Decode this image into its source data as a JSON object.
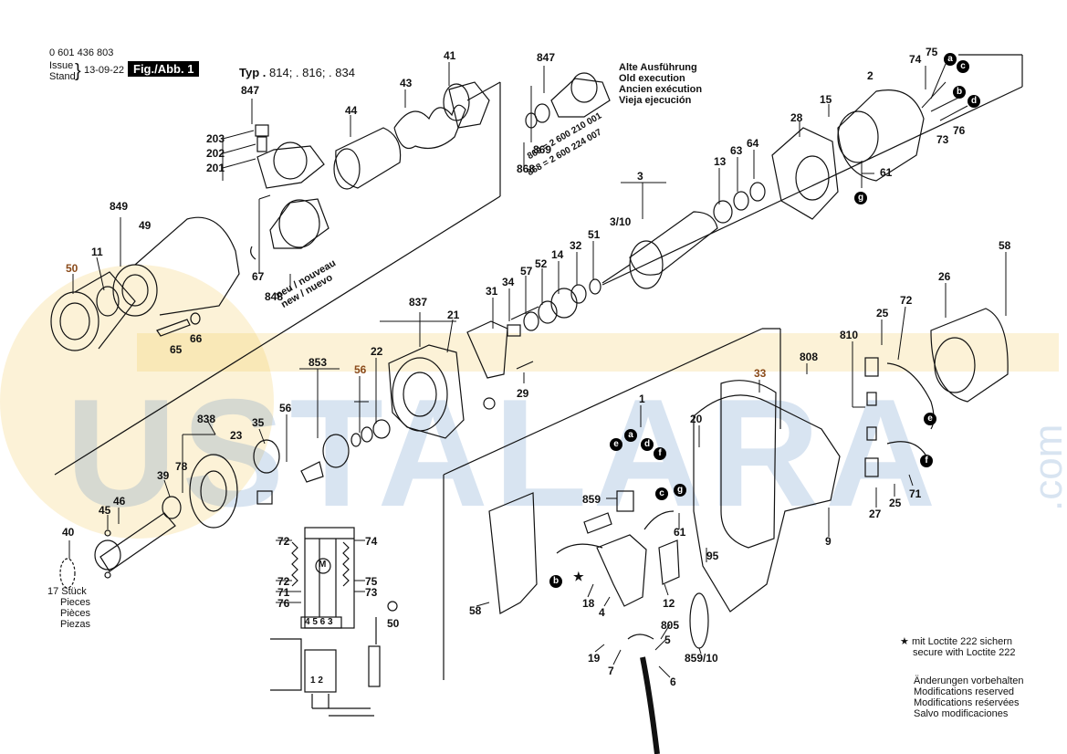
{
  "header": {
    "part_number": "0 601 436 803",
    "issue_label": "Issue",
    "stand_label": "Stand",
    "issue_date": "13-09-22",
    "figure_label": "Fig./Abb. 1",
    "typ_label": "Typ .",
    "typ_values": "814; . 816; . 834"
  },
  "old_execution": {
    "lines": [
      "Alte Ausführung",
      "Old execution",
      "Ancien exécution",
      "Vieja ejecución"
    ],
    "ref_869": "869 = 2 600 210 001",
    "ref_868": "868 = 2 600 224 007"
  },
  "new_label": [
    "neu / nouveau",
    "new / nuevo"
  ],
  "pieces_note": [
    "17 Stück",
    "Pieces",
    "Pièces",
    "Piezas"
  ],
  "loctite_note": [
    "mit Loctite 222 sichern",
    "secure with Loctite 222"
  ],
  "modifications_note": [
    "Änderungen vorbehalten",
    "Modifications reserved",
    "Modifications reśervées",
    "Salvo modificaciones"
  ],
  "watermark": {
    "text": "USTALARA",
    "suffix": ".com"
  },
  "wiring": {
    "terminals": "4 5 6 3",
    "terminals_bottom": "1  2",
    "motor_symbol": "M"
  },
  "part_labels": [
    {
      "t": "847"
    },
    {
      "t": "203"
    },
    {
      "t": "202"
    },
    {
      "t": "201"
    },
    {
      "t": "44"
    },
    {
      "t": "43"
    },
    {
      "t": "41"
    },
    {
      "t": "849"
    },
    {
      "t": "49"
    },
    {
      "t": "11"
    },
    {
      "t": "50"
    },
    {
      "t": "67"
    },
    {
      "t": "848"
    },
    {
      "t": "65"
    },
    {
      "t": "66"
    },
    {
      "t": "847"
    },
    {
      "t": "869"
    },
    {
      "t": "868"
    },
    {
      "t": "75"
    },
    {
      "t": "74"
    },
    {
      "t": "2"
    },
    {
      "t": "15"
    },
    {
      "t": "28"
    },
    {
      "t": "73"
    },
    {
      "t": "76"
    },
    {
      "t": "61"
    },
    {
      "t": "64"
    },
    {
      "t": "63"
    },
    {
      "t": "13"
    },
    {
      "t": "3"
    },
    {
      "t": "3/10"
    },
    {
      "t": "51"
    },
    {
      "t": "32"
    },
    {
      "t": "14"
    },
    {
      "t": "52"
    },
    {
      "t": "57"
    },
    {
      "t": "34"
    },
    {
      "t": "31"
    },
    {
      "t": "837"
    },
    {
      "t": "21"
    },
    {
      "t": "22"
    },
    {
      "t": "853"
    },
    {
      "t": "56"
    },
    {
      "t": "29"
    },
    {
      "t": "58"
    },
    {
      "t": "26"
    },
    {
      "t": "72"
    },
    {
      "t": "25"
    },
    {
      "t": "810"
    },
    {
      "t": "808"
    },
    {
      "t": "33"
    },
    {
      "t": "1"
    },
    {
      "t": "20"
    },
    {
      "t": "9"
    },
    {
      "t": "27"
    },
    {
      "t": "25"
    },
    {
      "t": "71"
    },
    {
      "t": "838"
    },
    {
      "t": "23"
    },
    {
      "t": "35"
    },
    {
      "t": "56"
    },
    {
      "t": "78"
    },
    {
      "t": "39"
    },
    {
      "t": "46"
    },
    {
      "t": "45"
    },
    {
      "t": "40"
    },
    {
      "t": "859"
    },
    {
      "t": "61"
    },
    {
      "t": "95"
    },
    {
      "t": "58"
    },
    {
      "t": "18"
    },
    {
      "t": "4"
    },
    {
      "t": "12"
    },
    {
      "t": "805"
    },
    {
      "t": "5"
    },
    {
      "t": "19"
    },
    {
      "t": "7"
    },
    {
      "t": "6"
    },
    {
      "t": "859/10"
    },
    {
      "t": "72"
    },
    {
      "t": "74"
    },
    {
      "t": "75"
    },
    {
      "t": "72"
    },
    {
      "t": "71"
    },
    {
      "t": "73"
    },
    {
      "t": "76"
    },
    {
      "t": "50"
    }
  ],
  "connection_markers": [
    {
      "t": "a"
    },
    {
      "t": "c"
    },
    {
      "t": "b"
    },
    {
      "t": "d"
    },
    {
      "t": "g"
    },
    {
      "t": "e"
    },
    {
      "t": "f"
    },
    {
      "t": "e"
    },
    {
      "t": "a"
    },
    {
      "t": "d"
    },
    {
      "t": "f"
    },
    {
      "t": "c"
    },
    {
      "t": "g"
    },
    {
      "t": "b"
    }
  ],
  "colors": {
    "watermark_blue": "#2f6db8",
    "watermark_yellow": "#f2c24b",
    "highlight_label": "#8a4a1a"
  }
}
